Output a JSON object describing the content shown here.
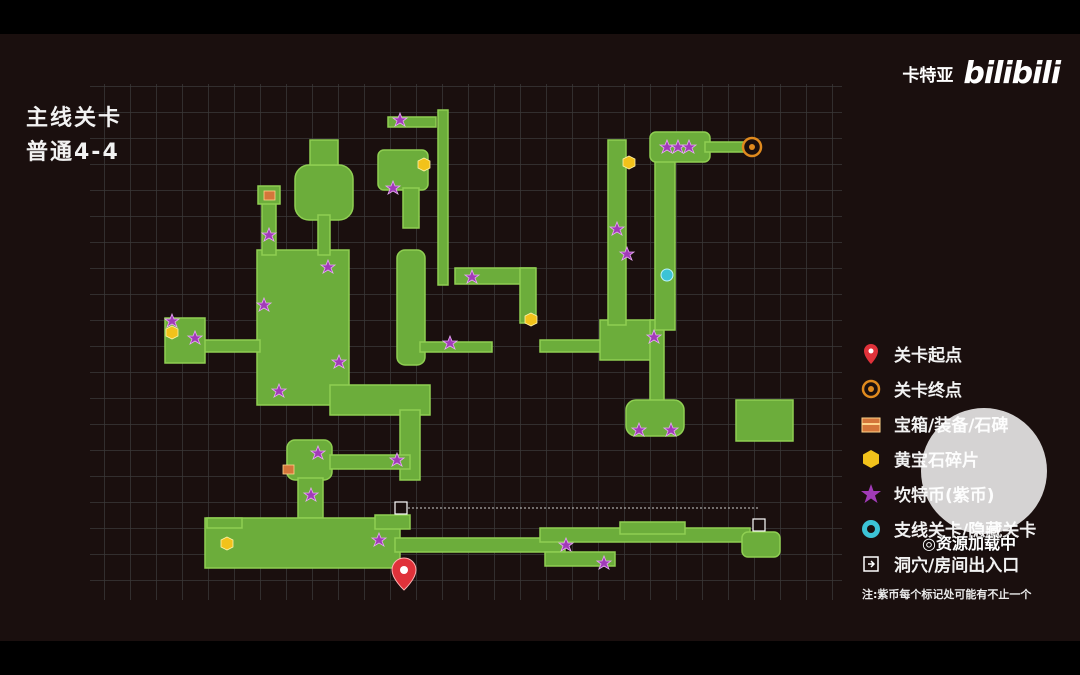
{
  "title": {
    "line1": "主线关卡",
    "line2": "普通4-4"
  },
  "watermark": {
    "author": "卡特亚",
    "brand": "bilibili"
  },
  "legend": {
    "items": [
      {
        "icon": "map-pin-icon",
        "label": "关卡起点",
        "color": "#e0323a"
      },
      {
        "icon": "target-ring-icon",
        "label": "关卡终点",
        "color": "#e08a1e"
      },
      {
        "icon": "treasure-chest-icon",
        "label": "宝箱/装备/石碑",
        "color": "#d4763a"
      },
      {
        "icon": "yellow-hexagon-icon",
        "label": "黄宝石碎片",
        "color": "#f2c21b"
      },
      {
        "icon": "purple-star-icon",
        "label": "坎特币(紫币)",
        "color": "#a13bb8"
      },
      {
        "icon": "teal-gear-icon",
        "label": "支线关卡/隐藏关卡",
        "color": "#3cc3d6"
      },
      {
        "icon": "exit-door-icon",
        "label": "洞穴/房间出入口",
        "color": "#ffffff"
      }
    ]
  },
  "note": "注:紫币每个标记处可能有不止一个",
  "loading_overlay": {
    "text": "◎资源加载中"
  },
  "colors": {
    "room": "#6cad3b",
    "room_edge": "#8fcf52",
    "background": "#1a0f0e",
    "grid": "#3a3838"
  }
}
